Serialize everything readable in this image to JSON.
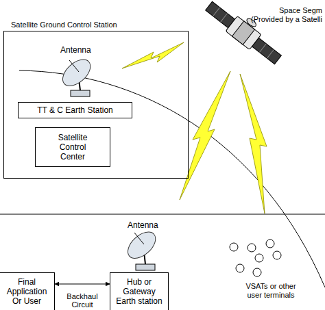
{
  "diagram": {
    "nodes": [
      {
        "text": [
          "Satellite Ground Control Station"
        ]
      },
      {
        "text": [
          "TT & C Earth Station"
        ],
        "in": 0
      },
      {
        "text": [
          "Satellite Control Center"
        ],
        "in": 0
      },
      {
        "text": [
          "Final Application Or User"
        ]
      },
      {
        "text": [
          "Hub or Gateway Earth station"
        ]
      }
    ],
    "edges": [
      {
        "from": 3,
        "to": 4,
        "label": "Backhaul Circuit",
        "arrow": "both"
      }
    ],
    "labels": [
      "Space Segm",
      "(Provided by a Satelli",
      "Antenna",
      "Antenna",
      "VSATs or other user terminals"
    ]
  }
}
